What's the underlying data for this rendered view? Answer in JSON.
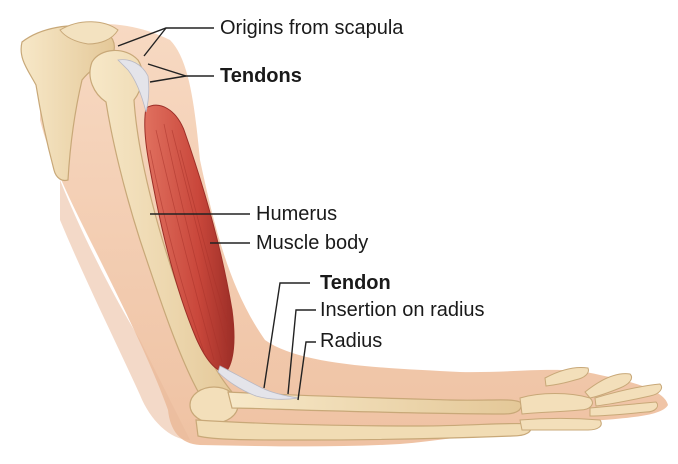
{
  "labels": {
    "origins": "Origins from scapula",
    "tendons": "Tendons",
    "humerus": "Humerus",
    "muscle_body": "Muscle body",
    "tendon": "Tendon",
    "insertion": "Insertion on radius",
    "radius": "Radius"
  },
  "colors": {
    "skin": "#f4cfb3",
    "skin_shadow": "#e9b796",
    "bone": "#f3dfba",
    "bone_edge": "#c8a878",
    "muscle": "#d4584a",
    "muscle_dark": "#a8322a",
    "tendon": "#e4e4ea",
    "leader": "#222222"
  }
}
